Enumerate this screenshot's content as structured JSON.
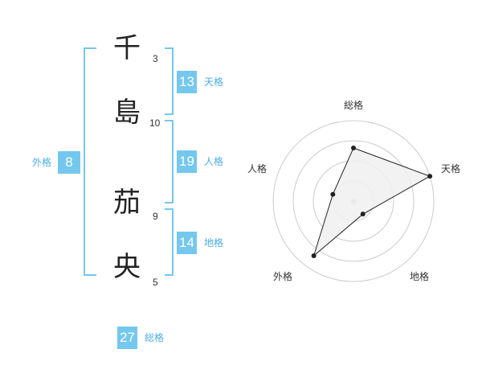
{
  "name": {
    "chars": [
      {
        "char": "千",
        "strokes": "3"
      },
      {
        "char": "島",
        "strokes": "10"
      },
      {
        "char": "茄",
        "strokes": "9"
      },
      {
        "char": "央",
        "strokes": "5"
      }
    ]
  },
  "fortunes": {
    "tenkaku": {
      "value": "13",
      "label": "天格"
    },
    "jinkaku": {
      "value": "19",
      "label": "人格"
    },
    "chikaku": {
      "value": "14",
      "label": "地格"
    },
    "gaikaku": {
      "value": "8",
      "label": "外格"
    },
    "soukaku": {
      "value": "27",
      "label": "総格"
    }
  },
  "radar": {
    "axes": [
      "総格",
      "天格",
      "地格",
      "外格",
      "人格"
    ],
    "levels": 4,
    "values": [
      0.66,
      1.0,
      0.2,
      0.84,
      0.27
    ],
    "colors": {
      "fill": "#f0f0f0",
      "stroke": "#222222",
      "grid": "#cccccc",
      "center": "#cccccc"
    }
  },
  "colors": {
    "accent": "#74c8ee",
    "accent_text": "#4aaee8"
  }
}
